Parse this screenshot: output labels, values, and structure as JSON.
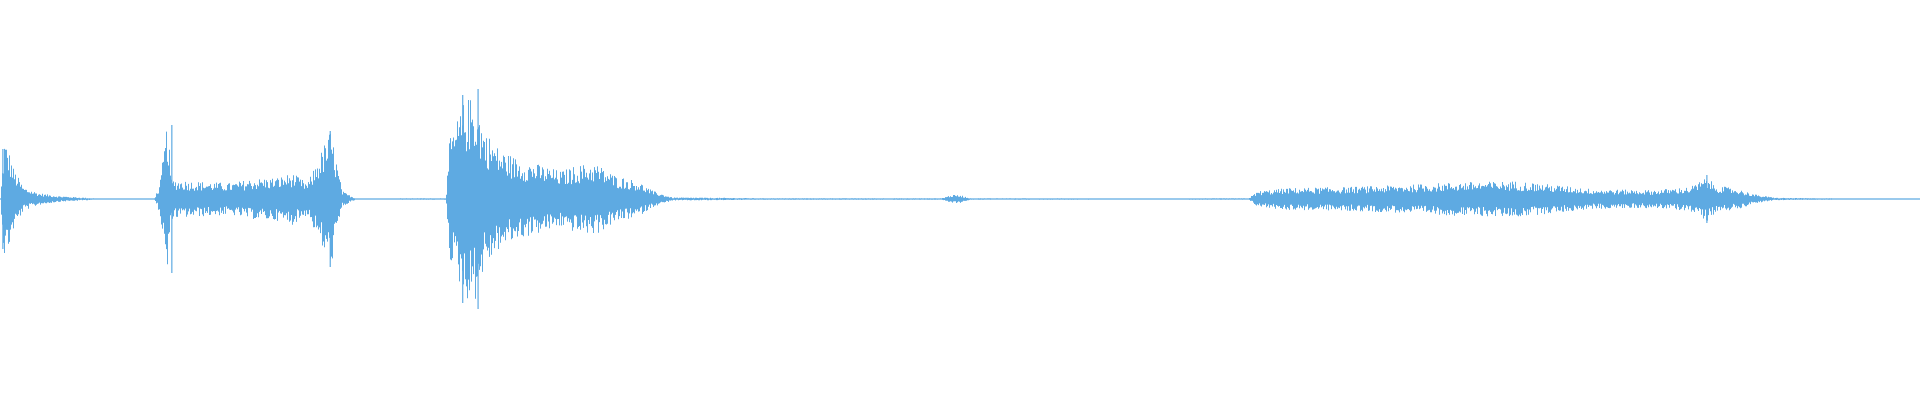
{
  "waveform": {
    "color": "#5eaae2",
    "background": "#ffffff",
    "amplitude_envelope": [
      [
        0.0,
        0.0
      ],
      [
        0.002,
        0.3
      ],
      [
        0.004,
        0.26
      ],
      [
        0.007,
        0.15
      ],
      [
        0.012,
        0.06
      ],
      [
        0.02,
        0.03
      ],
      [
        0.03,
        0.015
      ],
      [
        0.042,
        0.008
      ],
      [
        0.05,
        0.003
      ],
      [
        0.08,
        0.002
      ],
      [
        0.083,
        0.07
      ],
      [
        0.087,
        0.4
      ],
      [
        0.089,
        0.1
      ],
      [
        0.1,
        0.09
      ],
      [
        0.12,
        0.08
      ],
      [
        0.13,
        0.1
      ],
      [
        0.145,
        0.11
      ],
      [
        0.152,
        0.13
      ],
      [
        0.16,
        0.08
      ],
      [
        0.172,
        0.35
      ],
      [
        0.178,
        0.04
      ],
      [
        0.185,
        0.003
      ],
      [
        0.232,
        0.004
      ],
      [
        0.234,
        0.3
      ],
      [
        0.238,
        0.4
      ],
      [
        0.242,
        0.5
      ],
      [
        0.247,
        0.52
      ],
      [
        0.252,
        0.35
      ],
      [
        0.26,
        0.25
      ],
      [
        0.27,
        0.2
      ],
      [
        0.282,
        0.17
      ],
      [
        0.292,
        0.14
      ],
      [
        0.3,
        0.17
      ],
      [
        0.31,
        0.18
      ],
      [
        0.32,
        0.12
      ],
      [
        0.332,
        0.09
      ],
      [
        0.34,
        0.04
      ],
      [
        0.35,
        0.008
      ],
      [
        0.4,
        0.004
      ],
      [
        0.49,
        0.004
      ],
      [
        0.495,
        0.02
      ],
      [
        0.5,
        0.02
      ],
      [
        0.505,
        0.004
      ],
      [
        0.6,
        0.003
      ],
      [
        0.65,
        0.004
      ],
      [
        0.655,
        0.04
      ],
      [
        0.67,
        0.055
      ],
      [
        0.7,
        0.06
      ],
      [
        0.73,
        0.07
      ],
      [
        0.76,
        0.085
      ],
      [
        0.79,
        0.09
      ],
      [
        0.81,
        0.07
      ],
      [
        0.83,
        0.05
      ],
      [
        0.86,
        0.045
      ],
      [
        0.88,
        0.06
      ],
      [
        0.889,
        0.11
      ],
      [
        0.893,
        0.07
      ],
      [
        0.905,
        0.05
      ],
      [
        0.915,
        0.02
      ],
      [
        0.925,
        0.006
      ],
      [
        0.96,
        0.003
      ],
      [
        1.0,
        0.003
      ]
    ],
    "spikes": [
      [
        0.0015,
        0.25
      ],
      [
        0.0895,
        0.37
      ],
      [
        0.172,
        0.34
      ],
      [
        0.241,
        0.52
      ],
      [
        0.249,
        0.55
      ],
      [
        0.889,
        0.12
      ]
    ]
  }
}
